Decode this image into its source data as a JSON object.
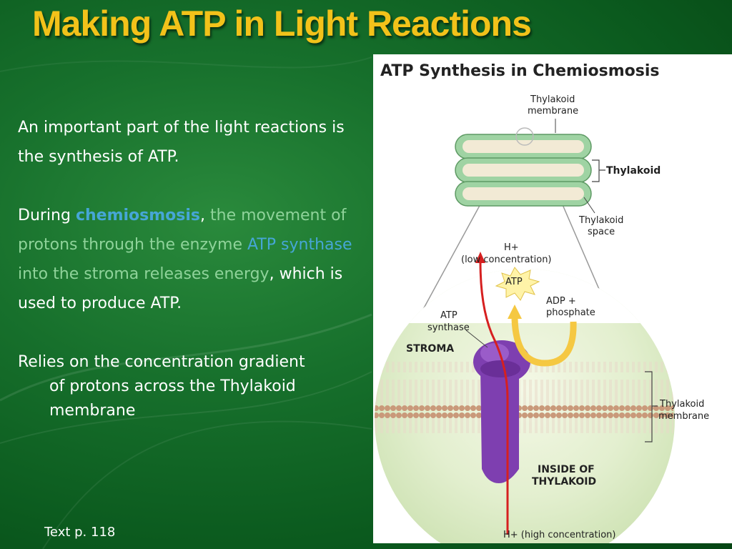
{
  "slide": {
    "title": "Making ATP in Light Reactions",
    "para1": "An important part of the light reactions is the synthesis of ATP.",
    "para2": {
      "lead": "During ",
      "term": "chemiosmosis",
      "comma": ", ",
      "mid1": "the movement of protons through the enzyme ",
      "enzyme": "ATP synthase",
      "mid2": " into the stroma releases energy",
      "tail": ", which is used to produce ATP."
    },
    "para3": {
      "line1": "Relies on the concentration gradient",
      "line2": "of protons across the Thylakoid",
      "line3": "membrane"
    },
    "footnote": "Text p. 118"
  },
  "figure": {
    "title": "ATP Synthesis in Chemiosmosis",
    "labels": {
      "thylakoid_membrane_top_1": "Thylakoid",
      "thylakoid_membrane_top_2": "membrane",
      "thylakoid": "Thylakoid",
      "thylakoid_space_1": "Thylakoid",
      "thylakoid_space_2": "space",
      "h_low_1": "H+",
      "h_low_2": "(low concentration)",
      "atp": "ATP",
      "adp_1": "ADP +",
      "adp_2": "phosphate",
      "atp_synthase_1": "ATP",
      "atp_synthase_2": "synthase",
      "stroma": "STROMA",
      "thylakoid_membrane_side_1": "Thylakoid",
      "thylakoid_membrane_side_2": "membrane",
      "inside_1": "INSIDE OF",
      "inside_2": "THYLAKOID",
      "h_high": "H+ (high concentration)"
    },
    "colors": {
      "membrane_green": "#9fd3a3",
      "lipid_tan": "#c9997a",
      "enzyme_purple": "#7e3fb0",
      "proton_path_red": "#d62020",
      "atp_flow_yellow": "#f5c842"
    }
  }
}
